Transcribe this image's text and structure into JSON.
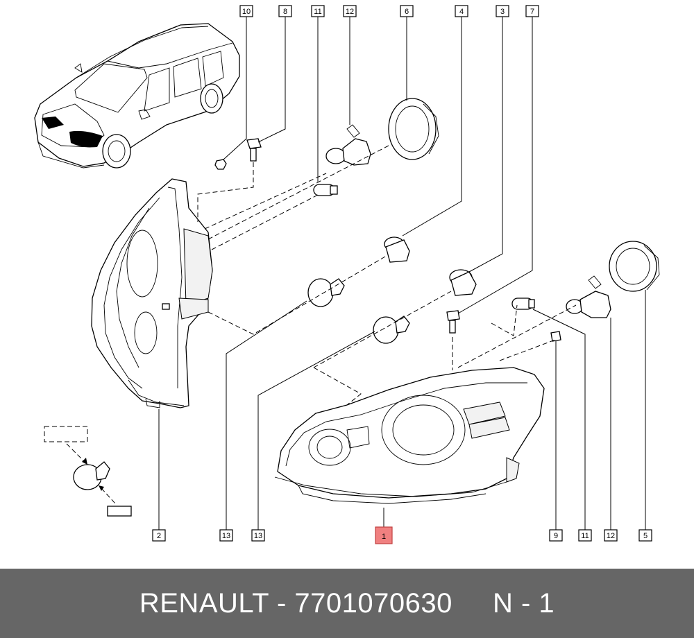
{
  "caption": {
    "text": "RENAULT - 7701070630     N - 1",
    "bar_color": "#666666",
    "text_color": "#ffffff"
  },
  "callouts": [
    {
      "id": "c10",
      "label": "10"
    },
    {
      "id": "c8",
      "label": "8"
    },
    {
      "id": "c11t",
      "label": "11"
    },
    {
      "id": "c12t",
      "label": "12"
    },
    {
      "id": "c6",
      "label": "6"
    },
    {
      "id": "c4",
      "label": "4"
    },
    {
      "id": "c3",
      "label": "3"
    },
    {
      "id": "c7",
      "label": "7"
    },
    {
      "id": "c2",
      "label": "2"
    },
    {
      "id": "c13a",
      "label": "13"
    },
    {
      "id": "c13b",
      "label": "13"
    },
    {
      "id": "c1",
      "label": "1",
      "highlight": true
    },
    {
      "id": "c9",
      "label": "9"
    },
    {
      "id": "c11b",
      "label": "11"
    },
    {
      "id": "c12b",
      "label": "12"
    },
    {
      "id": "c5",
      "label": "5"
    }
  ],
  "colors": {
    "highlight": "#f08080"
  }
}
